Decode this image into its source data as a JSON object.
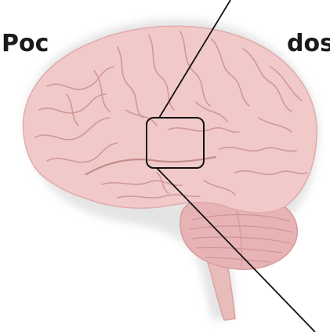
{
  "caption": {
    "left_fragment": "Poc",
    "right_fragment": "dos s"
  },
  "colors": {
    "cortex_fill": "#f2c9c9",
    "cortex_fold": "#cf9898",
    "cerebellum_fill": "#e7b3b5",
    "brainstem_fill": "#e9bcbc",
    "shadow": "#cfcfcf",
    "callout_stroke": "#111111"
  },
  "icons": {
    "brain": "brain-illustration",
    "zoom_box": "zoom-callout-box"
  }
}
